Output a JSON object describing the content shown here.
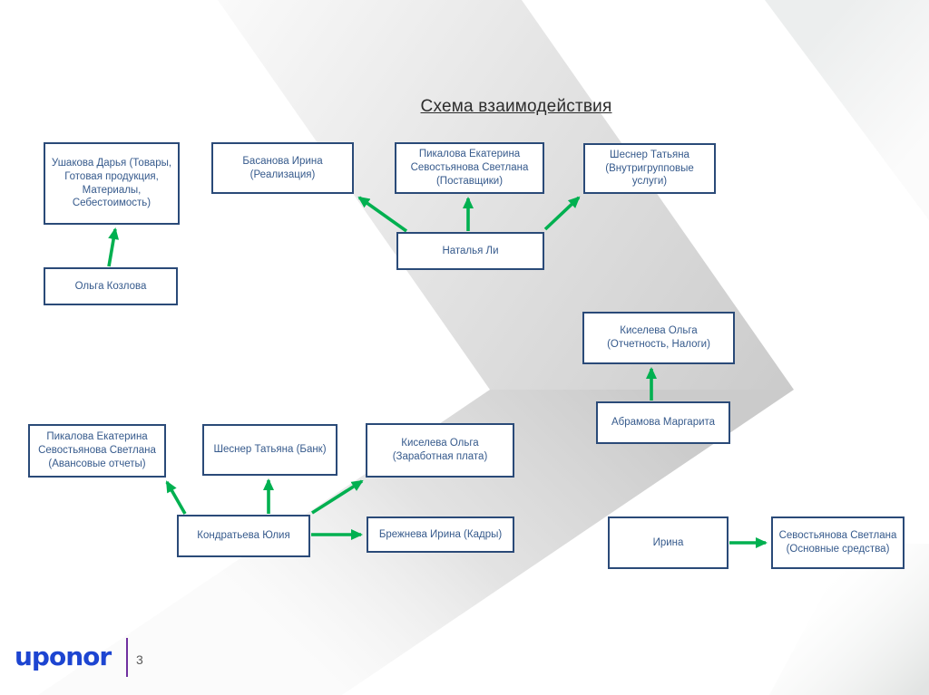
{
  "title": "Схема взаимодействия",
  "footer": {
    "logo": "uponor",
    "page_number": "3"
  },
  "colors": {
    "box_border": "#2a4a78",
    "box_text": "#365a8c",
    "arrow_green": "#00b050",
    "logo_blue": "#1d45d1",
    "divider_purple": "#7030a0",
    "background_chevron_gray": "#cccccc"
  },
  "diagram": {
    "nodes": [
      {
        "name": "Ушакова Дарья",
        "detail": "(Товары, Готовая продукция, Материалы, Себестоимость)"
      },
      {
        "name": "Ольга Козлова",
        "detail": ""
      },
      {
        "name": "Басанова Ирина",
        "detail": "(Реализация)"
      },
      {
        "name": "Пикалова Екатерина Севостьянова Светлана",
        "detail": "(Поставщики)"
      },
      {
        "name": "Шеснер Татьяна",
        "detail": "(Внутригрупповые услуги)"
      },
      {
        "name": "Наталья Ли",
        "detail": ""
      },
      {
        "name": "Киселева Ольга",
        "detail": "(Отчетность, Налоги)"
      },
      {
        "name": "Абрамова Маргарита",
        "detail": ""
      },
      {
        "name": "Пикалова Екатерина Севостьянова Светлана",
        "detail": "(Авансовые отчеты)"
      },
      {
        "name": "Шеснер Татьяна",
        "detail": "(Банк)"
      },
      {
        "name": "Киселева Ольга",
        "detail": "(Заработная плата)"
      },
      {
        "name": "Кондратьева Юлия",
        "detail": ""
      },
      {
        "name": "Брежнева Ирина (Кадры)",
        "detail": ""
      },
      {
        "name": "Ирина",
        "detail": ""
      },
      {
        "name": "Севостьянова Светлана",
        "detail": "(Основные средства)"
      }
    ],
    "edges": [
      {
        "from": "Ольга Козлова",
        "to": "Ушакова Дарья"
      },
      {
        "from": "Наталья Ли",
        "to": "Басанова Ирина (Реализация)"
      },
      {
        "from": "Наталья Ли",
        "to": "Пикалова Екатерина Севостьянова Светлана (Поставщики)"
      },
      {
        "from": "Наталья Ли",
        "to": "Шеснер Татьяна (Внутригрупповые услуги)"
      },
      {
        "from": "Абрамова Маргарита",
        "to": "Киселева Ольга (Отчетность, Налоги)"
      },
      {
        "from": "Кондратьева Юлия",
        "to": "Пикалова Екатерина Севостьянова Светлана (Авансовые отчеты)"
      },
      {
        "from": "Кондратьева Юлия",
        "to": "Шеснер Татьяна (Банк)"
      },
      {
        "from": "Кондратьева Юлия",
        "to": "Киселева Ольга (Заработная плата)"
      },
      {
        "from": "Кондратьева Юлия",
        "to": "Брежнева Ирина (Кадры)"
      },
      {
        "from": "Ирина",
        "to": "Севостьянова Светлана (Основные средства)"
      }
    ]
  }
}
